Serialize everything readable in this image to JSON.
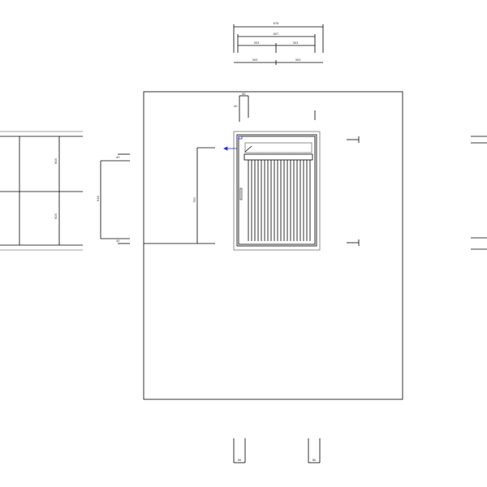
{
  "dimensions": {
    "top_overall": "676",
    "top_inner": "607",
    "top_half_left": "303",
    "top_half_right": "303",
    "bottom_half_left": "303",
    "bottom_half_right": "303",
    "left_upper": "903",
    "left_lower": "903",
    "mid_vertical": "918",
    "mid_top_small": "40",
    "mid_bottom_small": "40",
    "window_height": "750",
    "small_top": "50",
    "small_angle": "40",
    "bottom_left": "50",
    "bottom_right": "50"
  },
  "annotation_color": "#2b2bd6"
}
